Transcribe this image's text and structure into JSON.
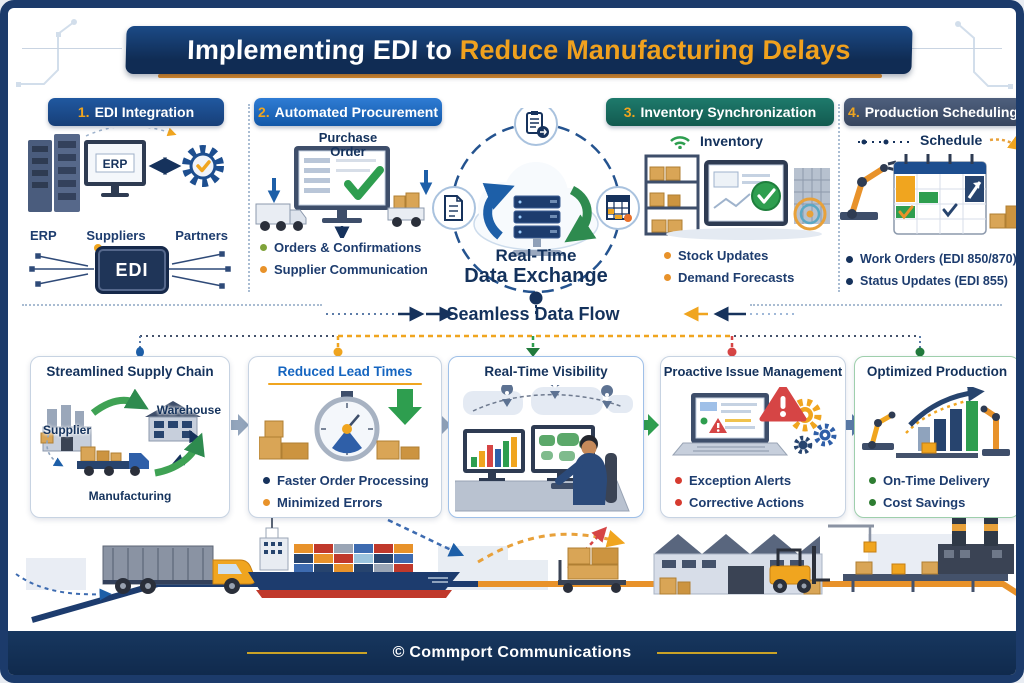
{
  "title": {
    "prefix": "Implementing EDI to ",
    "highlight": "Reduce Manufacturing Delays"
  },
  "sections": [
    {
      "number": "1.",
      "label": "EDI Integration",
      "screen_label": "ERP",
      "node_labels": [
        "ERP",
        "Suppliers",
        "Partners"
      ],
      "chip_label": "EDI"
    },
    {
      "number": "2.",
      "label": "Automated Procurement",
      "screen_label": "Purchase Order",
      "bullets": [
        "Orders & Confirmations",
        "Supplier Communication"
      ]
    },
    {
      "number": "3.",
      "label": "Inventory Synchronization",
      "device_label": "Inventory",
      "bullets": [
        "Stock Updates",
        "Demand Forecasts"
      ]
    },
    {
      "number": "4.",
      "label": "Production Scheduling",
      "device_label": "Schedule",
      "bullets": [
        "Work Orders (EDI 850/870)",
        "Status Updates (EDI 855)"
      ]
    }
  ],
  "hub": {
    "line1": "Real-Time",
    "line2": "Data Exchange"
  },
  "divider": {
    "label": "Seamless Data Flow"
  },
  "benefits": [
    {
      "title": "Streamlined Supply Chain",
      "labels": [
        "Supplier",
        "Warehouse",
        "Manufacturing"
      ]
    },
    {
      "title": "Reduced Lead Times",
      "bullets": [
        "Faster Order Processing",
        "Minimized Errors"
      ]
    },
    {
      "title": "Real-Time Visibility"
    },
    {
      "title": "Proactive Issue Management",
      "bullets": [
        "Exception Alerts",
        "Corrective Actions"
      ]
    },
    {
      "title": "Optimized Production",
      "bullets": [
        "On-Time Delivery",
        "Cost Savings"
      ]
    }
  ],
  "footer": {
    "copyright": "© Commport Communications"
  },
  "colors": {
    "navy": "#16325C",
    "banner_navy": "#123462",
    "orange": "#F0A51F",
    "blue": "#1565C0",
    "teal": "#17695E",
    "slate": "#44526B",
    "green": "#2E9E4F",
    "red": "#D63B2F",
    "gold": "#C9A227"
  }
}
